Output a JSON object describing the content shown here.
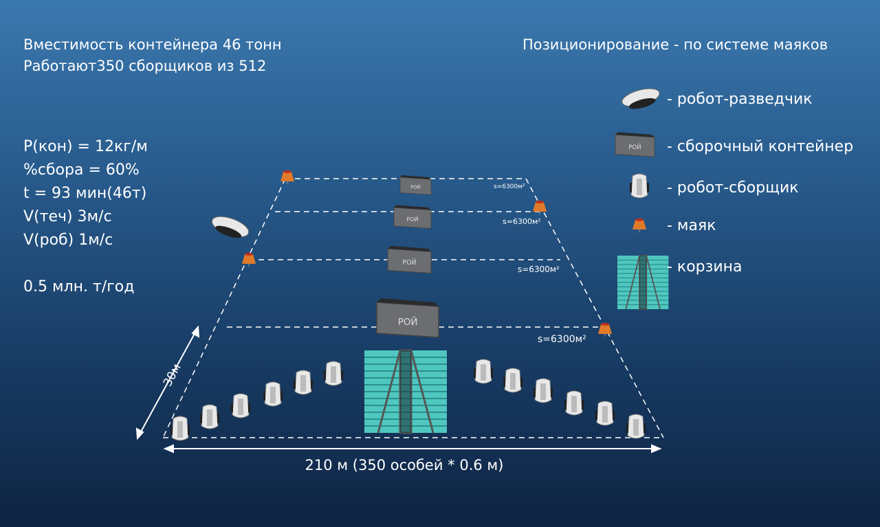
{
  "header_left": [
    "Вместимость контейнера 46 тонн",
    "Работают350 сборщиков из 512"
  ],
  "header_right": "Позиционирование - по системе маяков",
  "params": [
    "P(кон) = 12кг/м",
    "%сбора = 60%",
    "t = 93 мин(46т)",
    "V(теч) 3м/с",
    "V(роб) 1м/с",
    "",
    "0.5 млн. т/год"
  ],
  "legend": [
    {
      "icon": "scout-robot-icon",
      "label": "- робот-разведчик"
    },
    {
      "icon": "container-icon",
      "label": "- сборочный контейнер"
    },
    {
      "icon": "collector-robot-icon",
      "label": "- робот-сборщик"
    },
    {
      "icon": "beacon-icon",
      "label": "- маяк"
    },
    {
      "icon": "basket-icon",
      "label": "- корзина"
    }
  ],
  "area_labels": [
    "s=6300м²",
    "s=6300м²",
    "s=6300м²",
    "s=6300м²"
  ],
  "depth_label": "30м",
  "width_label": "210 м (350 особей * 0.6 м)",
  "container_logo": "РОЙ",
  "colors": {
    "basket": "#4fc7c0",
    "beacon": "#e07a2a",
    "container": "#6b6d70"
  }
}
